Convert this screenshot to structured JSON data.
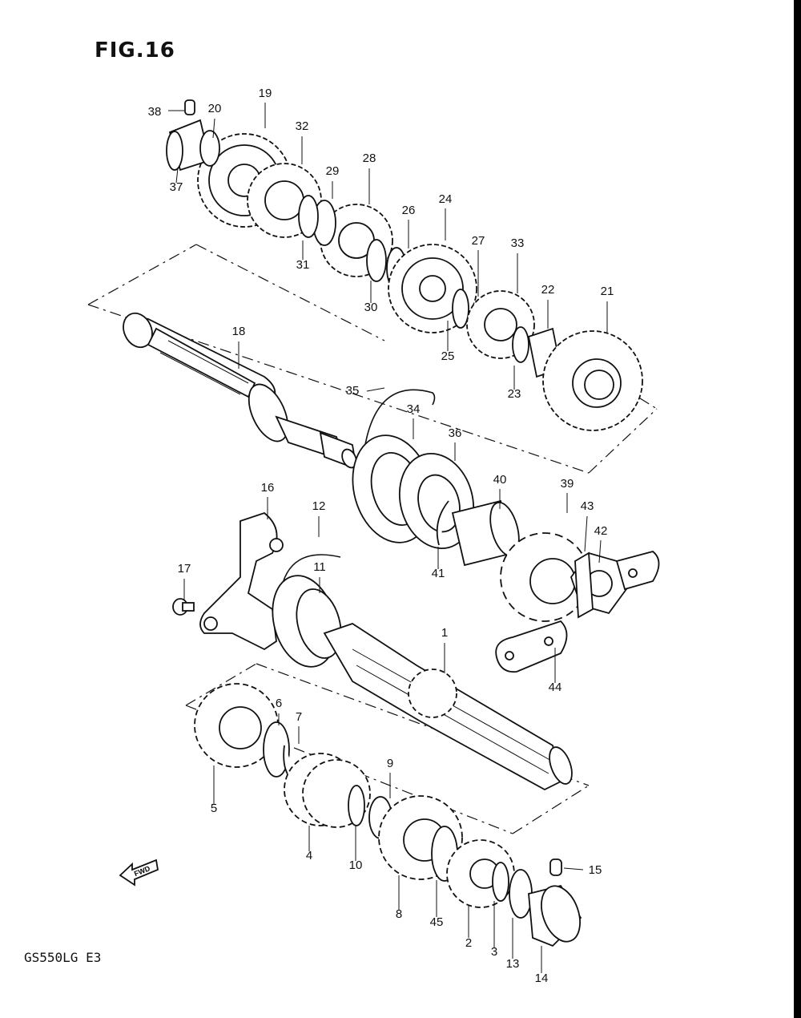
{
  "figure": {
    "title": "FIG.16",
    "model_code": "GS550LG E3",
    "fwd_label": "FWD"
  },
  "part_numbers": [
    "1",
    "2",
    "3",
    "4",
    "5",
    "6",
    "7",
    "8",
    "9",
    "10",
    "11",
    "12",
    "13",
    "14",
    "15",
    "16",
    "17",
    "18",
    "19",
    "20",
    "21",
    "22",
    "23",
    "24",
    "25",
    "26",
    "27",
    "28",
    "29",
    "30",
    "31",
    "32",
    "33",
    "34",
    "35",
    "36",
    "37",
    "38",
    "39",
    "40",
    "41",
    "42",
    "43",
    "44",
    "45"
  ]
}
